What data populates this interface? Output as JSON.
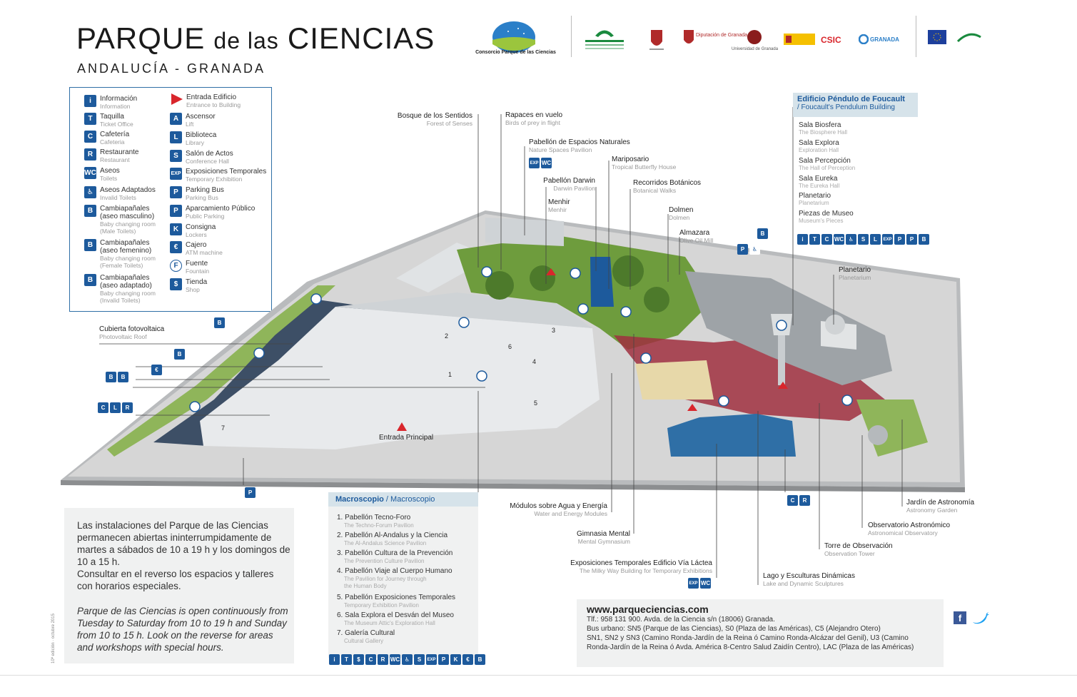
{
  "header": {
    "title_parque": "PARQUE",
    "title_de_las": "de las",
    "title_ciencias": "CIENCIAS",
    "subtitle": "ANDALUCÍA - GRANADA",
    "consortium": "Consorcio Parque de las Ciencias",
    "sponsor_diputacion": "Diputación de Granada",
    "sponsor_universidad": "Universidad de Granada",
    "sponsor_csic": "CSIC",
    "sponsor_granada": "GRANADA"
  },
  "legend": [
    {
      "es": "Información",
      "en": "Information",
      "icon": "i"
    },
    {
      "es": "Taquilla",
      "en": "Ticket Office",
      "icon": "T"
    },
    {
      "es": "Cafetería",
      "en": "Cafeteria",
      "icon": "C"
    },
    {
      "es": "Restaurante",
      "en": "Restaurant",
      "icon": "R"
    },
    {
      "es": "Aseos",
      "en": "Toilets",
      "icon": "WC"
    },
    {
      "es": "Aseos Adaptados",
      "en": "Invalid Toilets",
      "icon": "♿"
    },
    {
      "es": "Cambiapañales",
      "es2": "(aseo masculino)",
      "en": "Baby changing room",
      "en2": "(Male Toilets)",
      "icon": "B"
    },
    {
      "es": "Cambiapañales",
      "es2": "(aseo femenino)",
      "en": "Baby changing room",
      "en2": "(Female Toilets)",
      "icon": "B"
    },
    {
      "es": "Cambiapañales",
      "es2": "(aseo adaptado)",
      "en": "Baby changing room",
      "en2": "(Invalid Toilets)",
      "icon": "B"
    },
    {
      "es": "Entrada Edificio",
      "en": "Entrance to Building",
      "icon": "tri"
    },
    {
      "es": "Ascensor",
      "en": "Lift",
      "icon": "A"
    },
    {
      "es": "Biblioteca",
      "en": "Library",
      "icon": "L"
    },
    {
      "es": "Salón de Actos",
      "en": "Conference Hall",
      "icon": "S"
    },
    {
      "es": "Exposiciones Temporales",
      "en": "Temporary Exhibition",
      "icon": "EXP"
    },
    {
      "es": "Parking Bus",
      "en": "Parking Bus",
      "icon": "P"
    },
    {
      "es": "Aparcamiento Público",
      "en": "Public Parking",
      "icon": "P"
    },
    {
      "es": "Consigna",
      "en": "Lockers",
      "icon": "K"
    },
    {
      "es": "Cajero",
      "en": "ATM machine",
      "icon": "€"
    },
    {
      "es": "Fuente",
      "en": "Fountain",
      "icon": "F"
    },
    {
      "es": "Tienda",
      "en": "Shop",
      "icon": "$"
    }
  ],
  "map_labels": {
    "bosque": {
      "es": "Bosque de los Sentidos",
      "en": "Forest of Senses"
    },
    "rapaces": {
      "es": "Rapaces en vuelo",
      "en": "Birds of prey in flight"
    },
    "pabellon_naturales": {
      "es": "Pabellón de Espacios Naturales",
      "en": "Nature Spaces Pavilion"
    },
    "mariposario": {
      "es": "Mariposario",
      "en": "Tropical Butterfly House"
    },
    "darwin": {
      "es": "Pabellón Darwin",
      "en": "Darwin Pavilion"
    },
    "botanicos": {
      "es": "Recorridos Botánicos",
      "en": "Botanical Walks"
    },
    "menhir": {
      "es": "Menhir",
      "en": "Menhir"
    },
    "dolmen": {
      "es": "Dolmen",
      "en": "Dolmen"
    },
    "almazara": {
      "es": "Almazara",
      "en": "Olive Oil Mill"
    },
    "planetario": {
      "es": "Planetario",
      "en": "Planetarium"
    },
    "cubierta": {
      "es": "Cubierta fotovoltaica",
      "en": "Photovoltaic Roof"
    },
    "entrada": {
      "es": "Entrada Principal"
    },
    "modulos": {
      "es": "Módulos sobre Agua y Energía",
      "en": "Water and Energy Modules"
    },
    "gimnasia": {
      "es": "Gimnasia Mental",
      "en": "Mental Gymnasium"
    },
    "exposiciones": {
      "es": "Exposiciones Temporales Edificio Vía Láctea",
      "en": "The Milky Way Building for Temporary Exhibitions"
    },
    "lago": {
      "es": "Lago y Esculturas Dinámicas",
      "en": "Lake and Dynamic Sculptures"
    },
    "torre": {
      "es": "Torre de Observación",
      "en": "Observation Tower"
    },
    "observatorio": {
      "es": "Observatorio Astronómico",
      "en": "Astronomical Observatory"
    },
    "jardin": {
      "es": "Jardín de Astronomía",
      "en": "Astronomy Garden"
    }
  },
  "foucault": {
    "title1": "Edificio Péndulo de Foucault",
    "title2": "/ Foucault's Pendulum Building",
    "items": [
      {
        "es": "Sala Biosfera",
        "en": "The Biosphere Hall"
      },
      {
        "es": "Sala Explora",
        "en": "Exploration Hall"
      },
      {
        "es": "Sala Percepción",
        "en": "The Hall of Perception"
      },
      {
        "es": "Sala Eureka",
        "en": "The Eureka Hall"
      },
      {
        "es": "Planetario",
        "en": "Planetarium"
      },
      {
        "es": "Piezas de Museo",
        "en": "Museum's Pieces"
      }
    ]
  },
  "macroscopio": {
    "title_es": "Macroscopio",
    "title_en": "/ Macroscopio",
    "items": [
      {
        "es": "1. Pabellón Tecno-Foro",
        "en": "The Techno-Forum Pavilion"
      },
      {
        "es": "2. Pabellón Al-Andalus y la Ciencia",
        "en": "The Al-Andalus Science Pavilion"
      },
      {
        "es": "3. Pabellón Cultura de la Prevención",
        "en": "The Prevention Culture Pavilion"
      },
      {
        "es": "4. Pabellón Viaje al Cuerpo Humano",
        "en": "The Pavilion for Journey through",
        "en2": "the Human Body"
      },
      {
        "es": "5. Pabellón Exposiciones Temporales",
        "en": "Temporary Exhibition Pavilion"
      },
      {
        "es": "6. Sala Explora el Desván del Museo",
        "en": "The Museum Attic's Exploration Hall"
      },
      {
        "es": "7. Galería Cultural",
        "en": "Cultural Gallery"
      }
    ]
  },
  "info": {
    "es": "Las instalaciones del Parque de las Ciencias permanecen abiertas ininterrumpidamente de martes a sábados de 10 a 19 h y los domingos de 10 a 15 h.",
    "es2": "Consultar en el reverso los espacios y talleres con horarios especiales.",
    "en": "Parque de las Ciencias is open continuously from Tuesday to Saturday from 10 to 19 h and Sunday from 10 to 15 h. Look on the reverse for areas and workshops with special hours.",
    "edition": "10ª edición · octubre 2015"
  },
  "contact": {
    "url": "www.parqueciencias.com",
    "line1": "Tlf.: 958 131 900.  Avda. de la Ciencia s/n (18006) Granada.",
    "line2": "Bus urbano: SN5 (Parque de las Ciencias), S0 (Plaza de las Américas), C5 (Alejandro Otero)",
    "line3": "SN1, SN2 y SN3 (Camino Ronda-Jardín de la Reina ó Camino Ronda-Alcázar del Genil), U3 (Camino",
    "line4": "Ronda-Jardín de la Reina ó Avda. América 8-Centro Salud Zaidín Centro), LAC (Plaza de las Américas)"
  },
  "numbers": [
    "1",
    "2",
    "3",
    "4",
    "5",
    "6",
    "7"
  ],
  "colors": {
    "blue": "#1d5a9c",
    "red": "#d9262c",
    "panel": "#f0f1f1",
    "header": "#d6e3ea"
  }
}
